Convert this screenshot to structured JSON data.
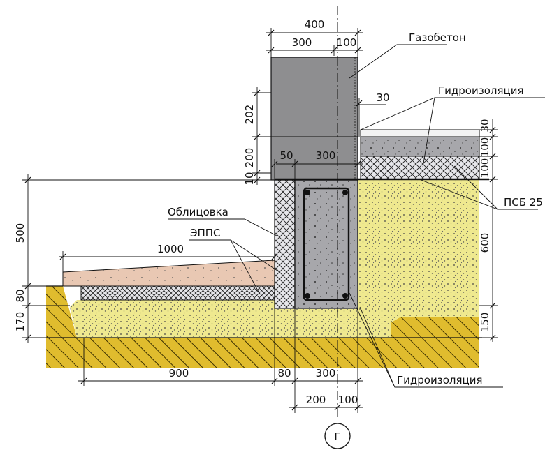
{
  "labels": {
    "gazobeton": "Газобетон",
    "gidro_top": "Гидроизоляция",
    "psb": "ПСБ 25",
    "oblicovka": "Облицовка",
    "epps": "ЭППС",
    "gidro_bottom": "Гидроизоляция",
    "axis": "Г"
  },
  "dims": {
    "top_400": "400",
    "top_300": "300",
    "top_100": "100",
    "d_30": "30",
    "v_202": "202",
    "v_10": "10",
    "v_200": "200",
    "d_50": "50",
    "d_300_mid": "300",
    "r_30": "30",
    "r_100a": "100",
    "r_100b": "100",
    "r_600": "600",
    "r_150": "150",
    "l_500": "500",
    "d_1000": "1000",
    "l_80": "80",
    "l_170": "170",
    "b_900": "900",
    "b_80": "80",
    "b_300": "300",
    "b_200": "200",
    "b_100": "100"
  },
  "colors": {
    "block": "#8f8f90",
    "sand": "#eee98e",
    "soil": "#e0bc2e",
    "pink": "#e9c9b4",
    "concrete": "#a6a6aa",
    "gray_slab": "#a5a5ad"
  }
}
